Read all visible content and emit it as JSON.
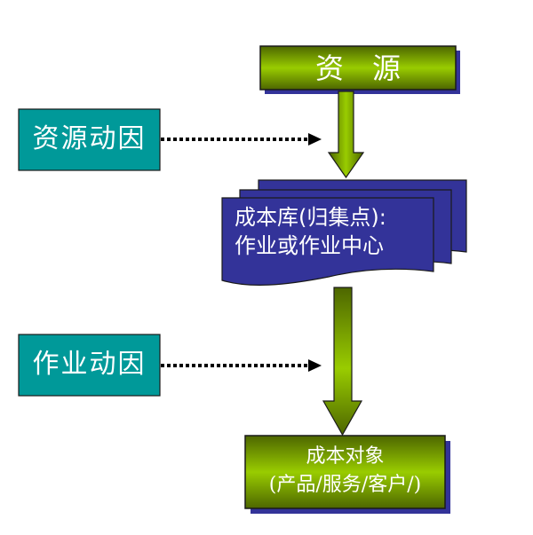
{
  "colors": {
    "green_light": "#99cc00",
    "green_dark": "#4d6600",
    "teal": "#009999",
    "navy": "#333399",
    "shadow": "#333399",
    "dotted": "#000000"
  },
  "nodes": {
    "resource": {
      "label": "资　源"
    },
    "resource_driver": {
      "label": "资源动因"
    },
    "cost_pool": {
      "line1": "成本库(归集点):",
      "line2": "作业或作业中心"
    },
    "activity_driver": {
      "label": "作业动因"
    },
    "cost_object": {
      "line1": "成本对象",
      "line2": "(产品/服务/客户/)"
    }
  }
}
